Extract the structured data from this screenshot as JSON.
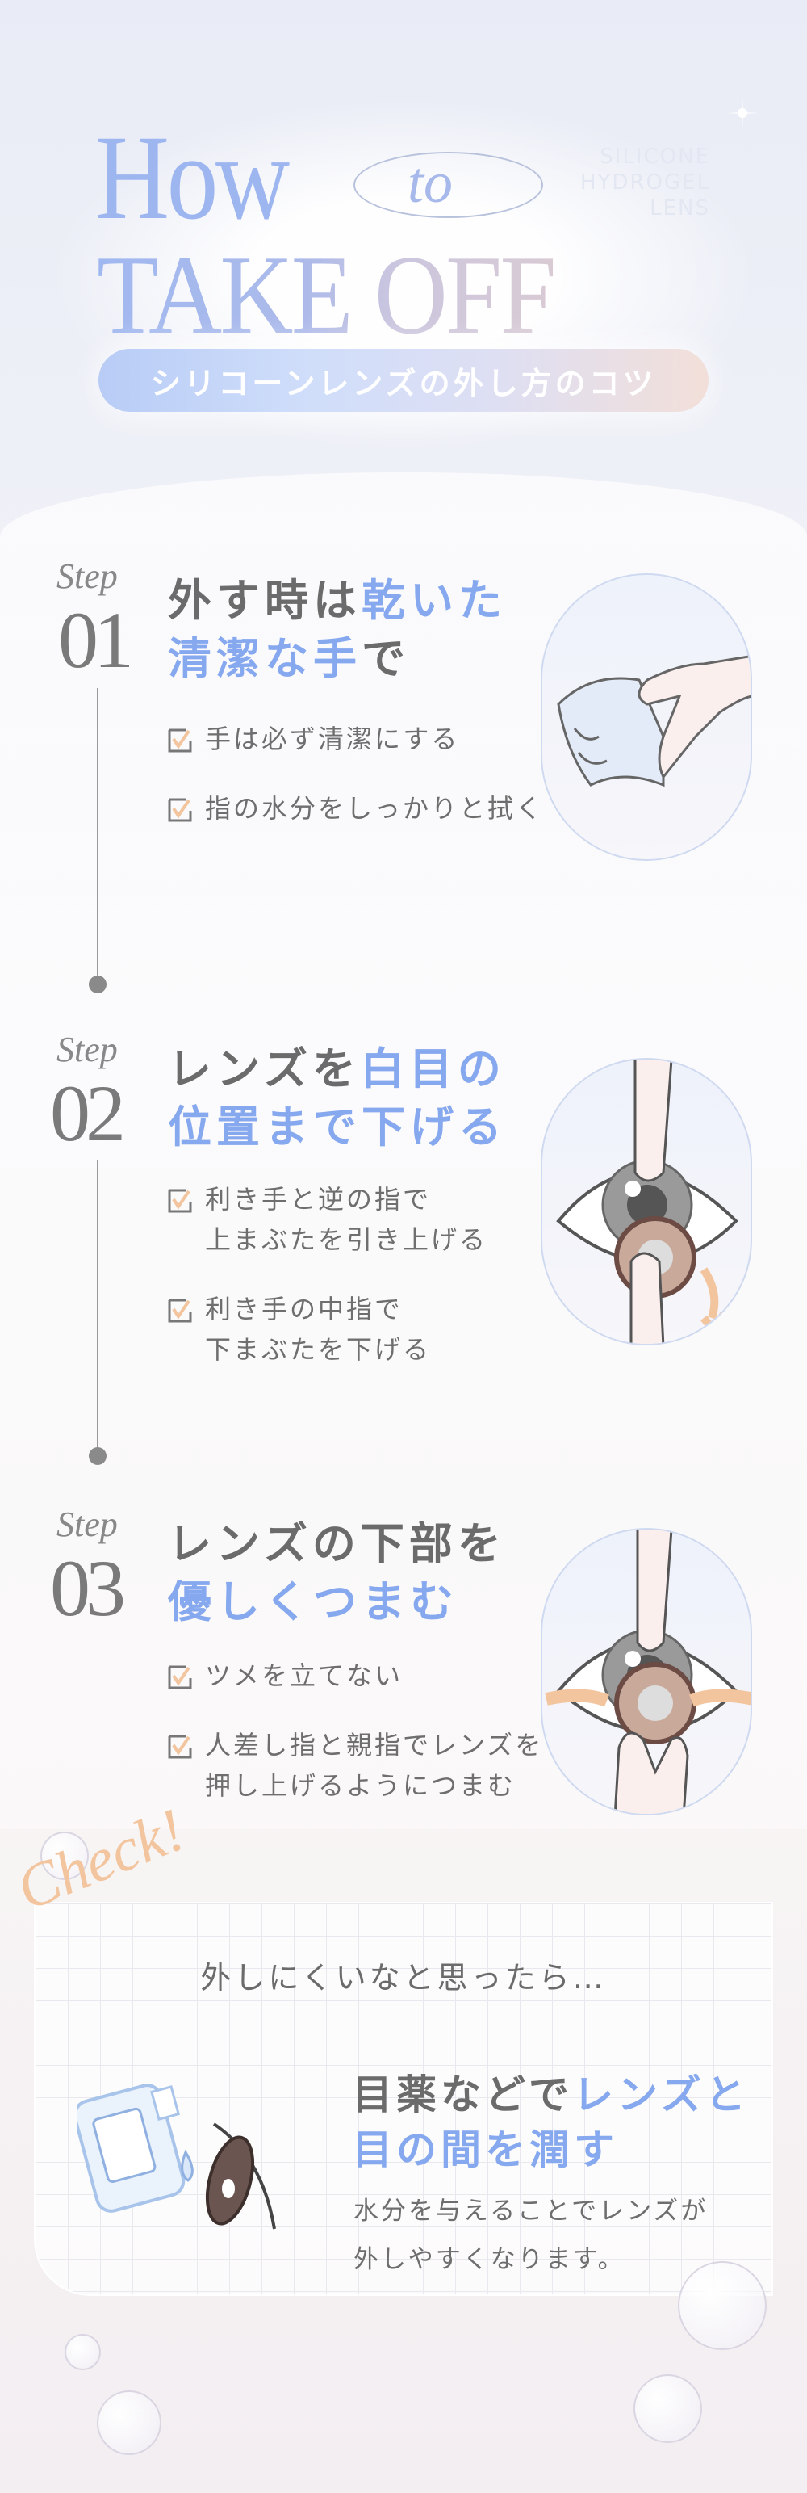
{
  "hero": {
    "title_how": "How",
    "title_to": "to",
    "title_takeoff": "TAKE OFF",
    "tagline_lines": [
      "SILICONE",
      "HYDROGEL",
      "LENS"
    ],
    "subtitle": "シリコーンレンズの外し方のコツ"
  },
  "colors": {
    "accent_blue": "#86a8ee",
    "check_orange": "#f2c59e",
    "text_gray": "#6b6b6b"
  },
  "steps": [
    {
      "label": "Step",
      "number": "01",
      "title_line1_plain": "外す時は",
      "title_line1_hl": "乾いた",
      "title_line2_hl": "清潔な手",
      "title_line2_plain": "で",
      "checks": [
        [
          "手は必ず清潔にする"
        ],
        [
          "指の水分をしっかりと拭く"
        ]
      ],
      "icon": "hand-wiping-with-cloth-icon"
    },
    {
      "label": "Step",
      "number": "02",
      "title_line1_plain": "レンズを",
      "title_line1_hl": "白目の",
      "title_line2_hl": "位置まで下げる",
      "title_line2_plain": "",
      "checks": [
        [
          "利き手と逆の指で",
          "上まぶたを引き上げる"
        ],
        [
          "利き手の中指で",
          "下まぶたを下げる"
        ]
      ],
      "icon": "eye-lens-slide-down-icon"
    },
    {
      "label": "Step",
      "number": "03",
      "title_line1_plain": "レンズの下部を",
      "title_line1_hl": "",
      "title_line2_hl": "優しくつまむ",
      "title_line2_plain": "",
      "checks": [
        [
          "ツメを立てない"
        ],
        [
          "人差し指と親指でレンズを",
          "押し上げるようにつまむ"
        ]
      ],
      "icon": "eye-lens-pinch-icon"
    }
  ],
  "check_section": {
    "script_label": "Check!",
    "subtitle": "外しにくいなと思ったら…",
    "title_line1_plain": "目薬などで",
    "title_line1_hl": "レンズと",
    "title_line2_hl": "目の間を潤す",
    "body_lines": [
      "水分を与えることでレンズが",
      "外しやすくなります。"
    ]
  }
}
